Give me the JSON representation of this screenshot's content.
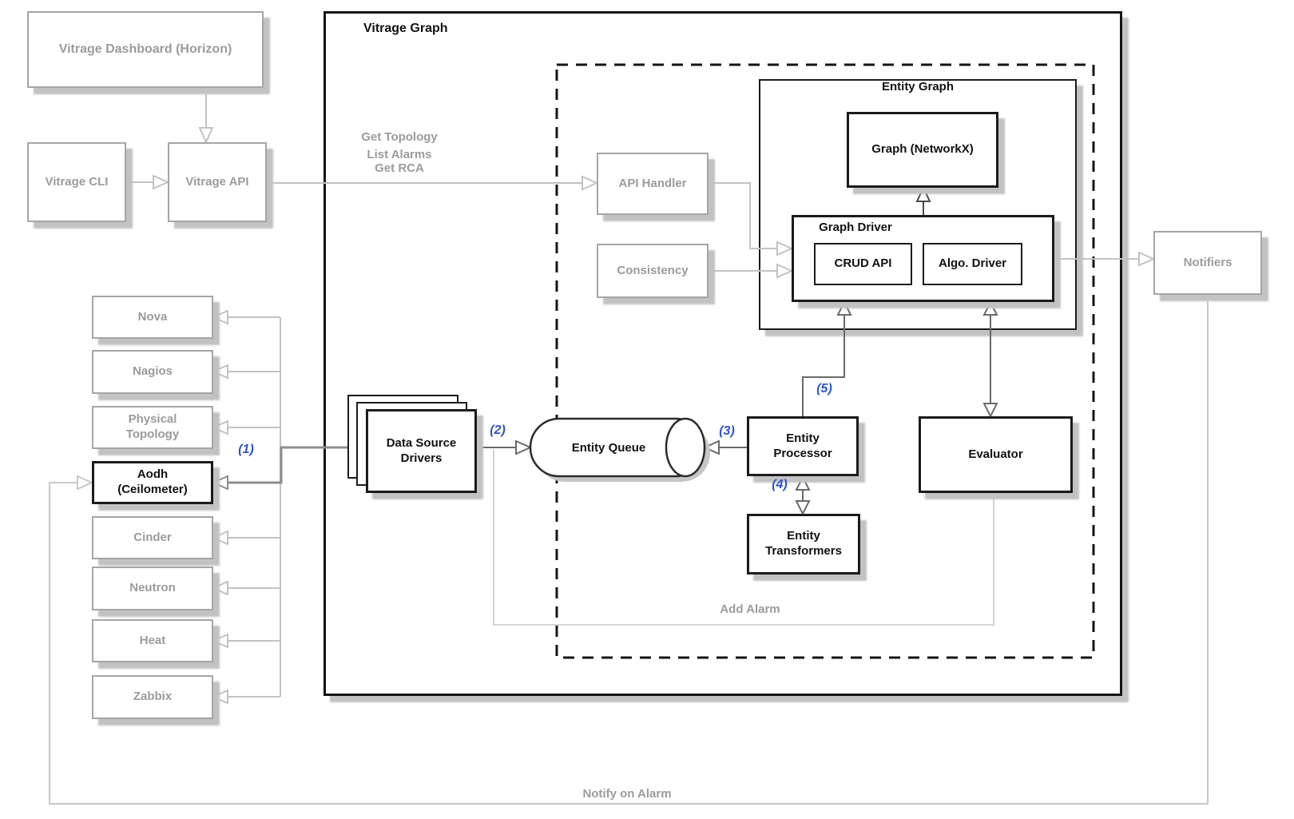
{
  "colors": {
    "accent_blue": "#2d55c8",
    "gray_text": "#9b9b9b",
    "box_gray_border": "#a5a5a5",
    "black": "#1b1b1b"
  },
  "external": {
    "dashboard": "Vitrage Dashboard (Horizon)",
    "cli": "Vitrage CLI",
    "api": "Vitrage API",
    "notifiers": "Notifiers"
  },
  "data_sources": [
    "Nova",
    "Nagios",
    "Physical Topology",
    "Aodh (Ceilometer)",
    "Cinder",
    "Neutron",
    "Heat",
    "Zabbix"
  ],
  "vitrage_graph": {
    "title": "Vitrage Graph",
    "data_source_drivers": "Data Source Drivers",
    "entity_queue": "Entity Queue",
    "entity_processor": "Entity Processor",
    "entity_transformers": "Entity Transformers",
    "evaluator": "Evaluator",
    "api_handler": "API Handler",
    "consistency": "Consistency",
    "entity_graph": {
      "title": "Entity Graph",
      "graph_networkx": "Graph (NetworkX)",
      "graph_driver": {
        "title": "Graph Driver",
        "crud_api": "CRUD API",
        "algo_driver": "Algo. Driver"
      }
    }
  },
  "flow_labels": {
    "get_topology": "Get Topology",
    "list_alarms": "List Alarms",
    "get_rca": "Get RCA",
    "add_alarm": "Add Alarm",
    "notify_on_alarm": "Notify on Alarm"
  },
  "steps": [
    "(1)",
    "(2)",
    "(3)",
    "(4)",
    "(5)"
  ]
}
